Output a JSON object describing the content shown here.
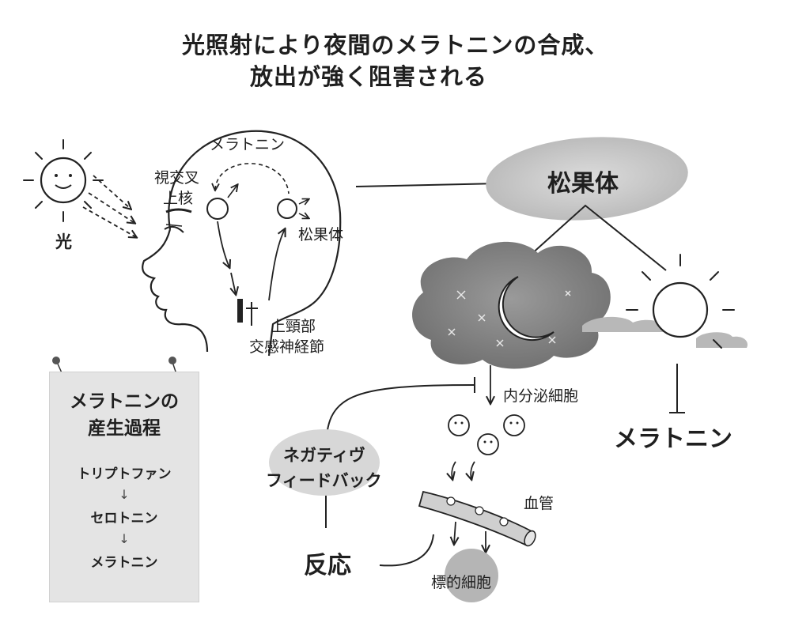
{
  "title_line1": "光照射により夜間のメラトニンの合成、",
  "title_line2": "放出が強く阻害される",
  "labels": {
    "light": "光",
    "melatonin_head": "メラトニン",
    "scn_line1": "視交叉",
    "scn_line2": "上核",
    "pineal_head": "松果体",
    "ganglion_line1": "上頸部",
    "ganglion_line2": "交感神経節",
    "pineal_main": "松果体",
    "endocrine": "内分泌細胞",
    "melatonin_right": "メラトニン",
    "neg_line1": "ネガティヴ",
    "neg_line2": "フィードバック",
    "reaction": "反応",
    "blood_vessel": "血管",
    "target_cells": "標的細胞"
  },
  "panel": {
    "heading_line1": "メラトニンの",
    "heading_line2": "産生過程",
    "steps": [
      "トリプトファン",
      "セロトニン",
      "メラトニン"
    ],
    "arrow": "↓"
  },
  "icons": [
    "sun-icon",
    "moon-icon",
    "star-icon",
    "pin-icon",
    "cell-icon"
  ]
}
